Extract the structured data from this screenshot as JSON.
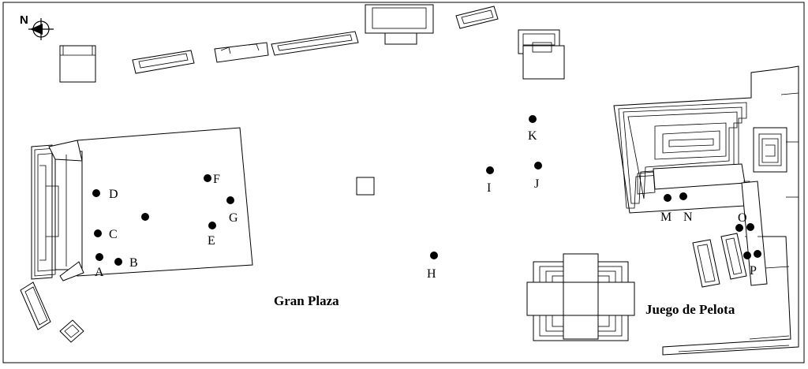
{
  "north_label": "N",
  "places": {
    "gran_plaza": "Gran Plaza",
    "juego_de_pelota": "Juego de Pelota"
  },
  "points": {
    "A": "A",
    "B": "B",
    "C": "C",
    "D": "D",
    "E": "E",
    "F": "F",
    "G": "G",
    "H": "H",
    "I": "I",
    "J": "J",
    "K": "K",
    "M": "M",
    "N": "N",
    "O": "O",
    "P": "P"
  },
  "colors": {
    "ink": "#000000",
    "paper": "#ffffff"
  }
}
